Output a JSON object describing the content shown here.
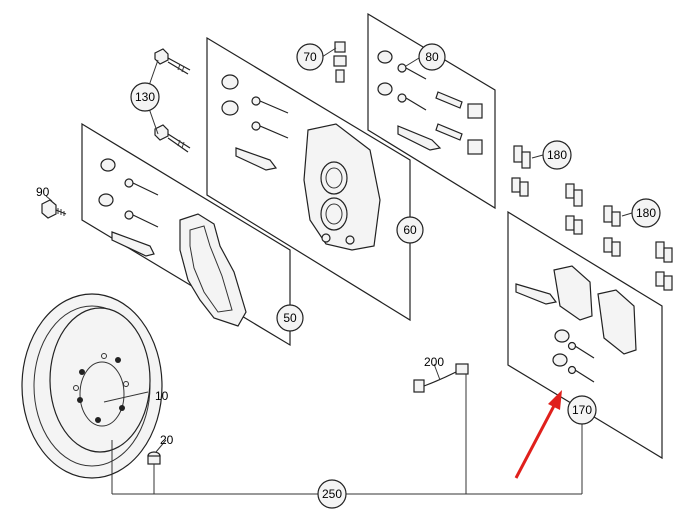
{
  "callouts": {
    "c10": "10",
    "c20": "20",
    "c50": "50",
    "c60": "60",
    "c70": "70",
    "c80": "80",
    "c90": "90",
    "c130": "130",
    "c170": "170",
    "c180a": "180",
    "c180b": "180",
    "c200": "200",
    "c250": "250"
  },
  "colors": {
    "line": "#222222",
    "arrow": "#e0201c",
    "background": "#ffffff"
  }
}
